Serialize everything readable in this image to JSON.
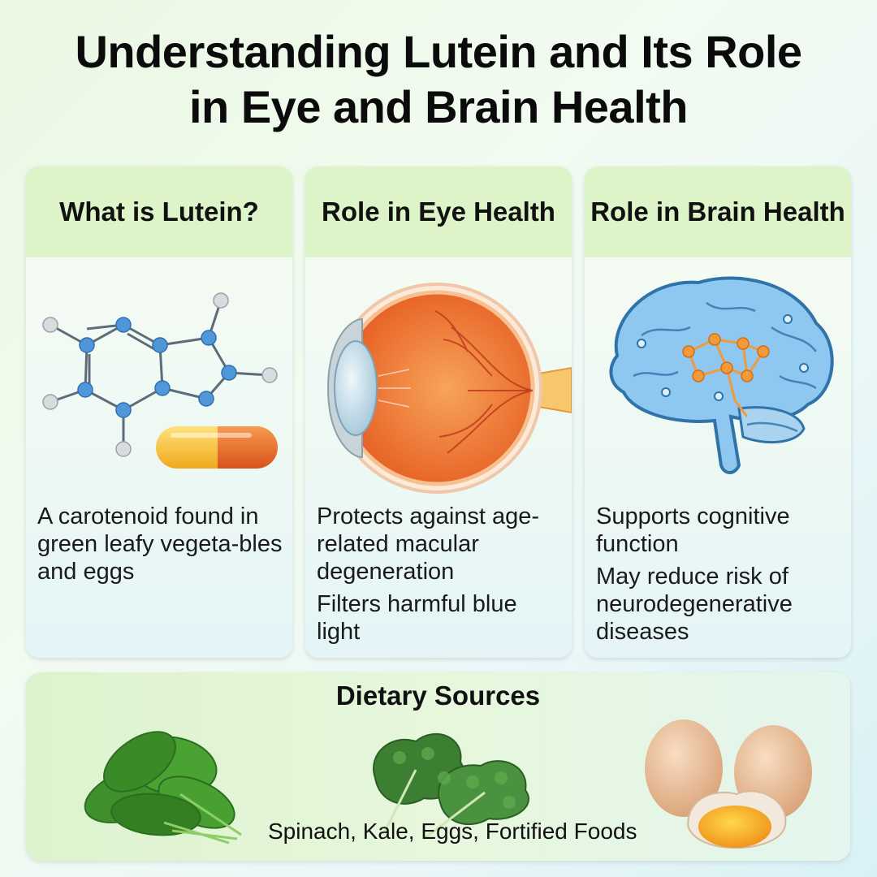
{
  "title_line1": "Understanding Lutein and Its Role",
  "title_line2": "in Eye and Brain Health",
  "cards": [
    {
      "heading": "What is Lutein?",
      "lines": [
        "A carotenoid found in green leafy vegeta-bles and eggs"
      ]
    },
    {
      "heading": "Role in Eye Health",
      "lines": [
        "Protects against age-related macular degeneration",
        "Filters harmful blue light"
      ]
    },
    {
      "heading": "Role in Brain Health",
      "lines": [
        "Supports cognitive function",
        "May reduce risk of neurodegenerative diseases"
      ]
    }
  ],
  "diet": {
    "heading": "Dietary Sources",
    "caption": "Spinach, Kale, Eggs, Fortified Foods"
  },
  "icons": [
    "molecule-icon",
    "capsule-icon",
    "eye-icon",
    "brain-icon",
    "spinach-icon",
    "kale-icon",
    "eggs-icon"
  ],
  "colors": {
    "header_green": "#dcf4c8",
    "molecule_blue": "#4f97d9",
    "capsule_orange": "#ef7a2a",
    "eye_orange": "#f2843a",
    "brain_blue": "#8ec7ef",
    "neuron_orange": "#f29a3a"
  }
}
